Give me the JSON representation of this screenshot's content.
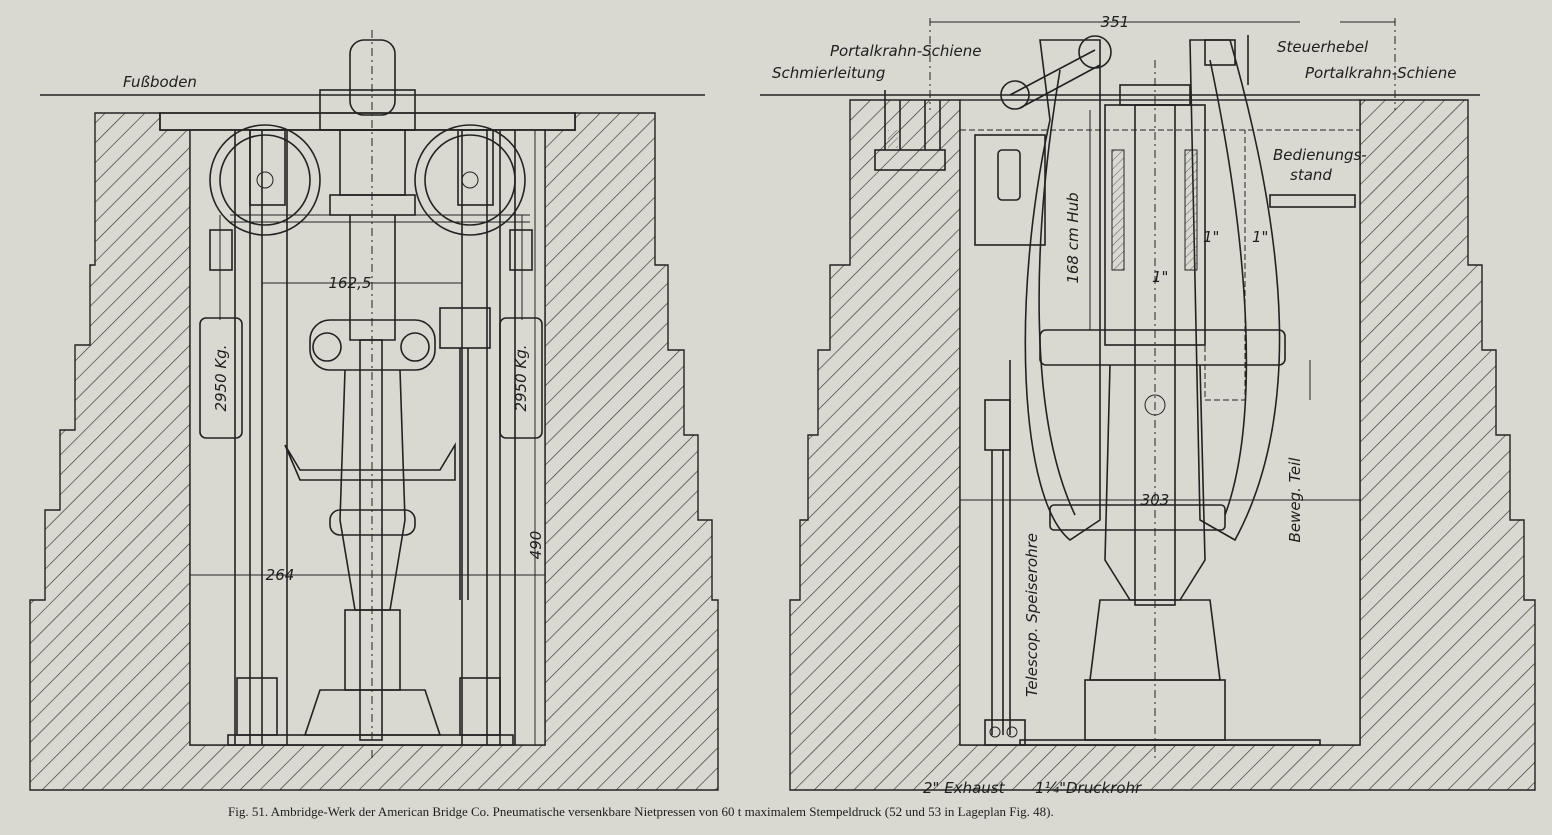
{
  "figure": {
    "caption": "Fig. 51.  Ambridge-Werk der American Bridge Co.  Pneumatische versenkbare Nietpressen von 60 t maximalem Stempeldruck (52 und 53 in Lageplan Fig. 48).",
    "left_view": {
      "floor_label": "Fußboden",
      "dim_inner": "162,5",
      "dim_width": "264",
      "dim_depth": "490",
      "weight_left": "2950 Kg.",
      "weight_right": "2950 Kg."
    },
    "right_view": {
      "dim_top": "351",
      "dim_base": "303",
      "rail_left": "Portalkrahn-Schiene",
      "rail_right": "Portalkrahn-Schiene",
      "lubrication": "Schmierleitung",
      "control_lever": "Steuerhebel",
      "operator_stand_1": "Bedienungs-",
      "operator_stand_2": "stand",
      "stroke": "168 cm Hub",
      "pipe_1": "1\"",
      "pipe_2": "1\"",
      "pipe_3": "1\"",
      "feed_pipes": "Telescop. Speiserohre",
      "moving_part": "Beweg. Teil",
      "exhaust": "2\" Exhaust",
      "pressure_pipe": "1¼\"Druckrohr"
    }
  }
}
